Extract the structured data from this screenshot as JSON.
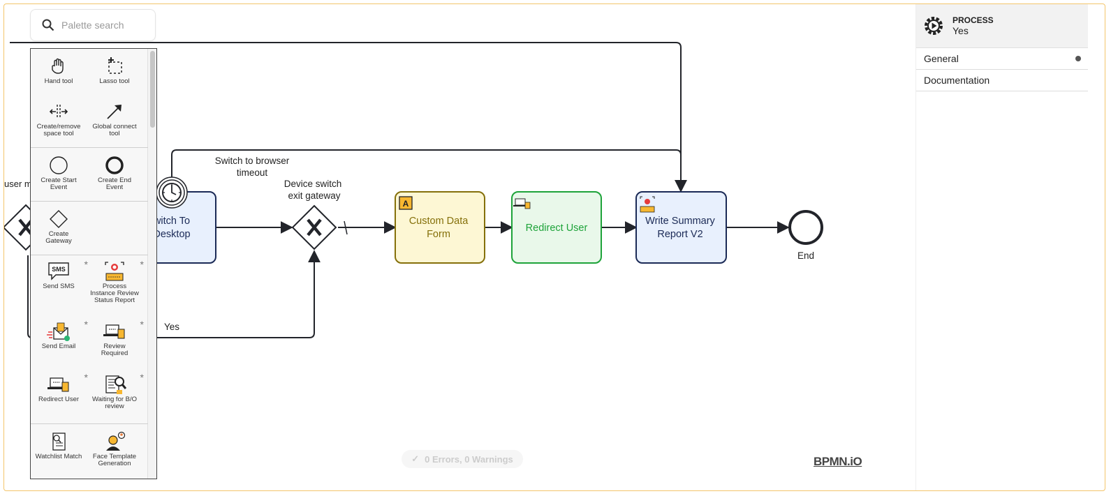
{
  "search": {
    "placeholder": "Palette search"
  },
  "palette": {
    "hand_tool": "Hand tool",
    "lasso_tool": "Lasso tool",
    "space_tool_1": "Create/remove",
    "space_tool_2": "space tool",
    "global_connect_1": "Global connect",
    "global_connect_2": "tool",
    "start_event_1": "Create Start",
    "start_event_2": "Event",
    "end_event_1": "Create End",
    "end_event_2": "Event",
    "gateway_1": "Create",
    "gateway_2": "Gateway",
    "send_sms": "Send SMS",
    "sms_glyph": "SMS",
    "process_review_1": "Process",
    "process_review_2": "Instance Review",
    "process_review_3": "Status Report",
    "send_email": "Send Email",
    "review_required_1": "Review",
    "review_required_2": "Required",
    "redirect_user": "Redirect User",
    "waiting_bo_1": "Waiting for B/O",
    "waiting_bo_2": "review",
    "watchlist_match": "Watchlist Match",
    "face_template_1": "Face Template",
    "face_template_2": "Generation",
    "star": "*"
  },
  "diagram": {
    "partial_label": "user m",
    "switch_desktop_1": "witch To",
    "switch_desktop_2": "Desktop",
    "timeout_label_1": "Switch to browser",
    "timeout_label_2": "timeout",
    "gateway_label_1": "Device switch",
    "gateway_label_2": "exit gateway",
    "custom_form_1": "Custom Data",
    "custom_form_2": "Form",
    "redirect_user": "Redirect User",
    "write_summary_1": "Write Summary",
    "write_summary_2": "Report V2",
    "end": "End",
    "yes": "Yes",
    "form_icon_letter": "A"
  },
  "properties": {
    "type": "PROCESS",
    "name": "Yes",
    "tabs": [
      "General",
      "Documentation"
    ]
  },
  "status": {
    "text": "0 Errors, 0 Warnings"
  },
  "logo": {
    "text": "BPMN.iO"
  },
  "colors": {
    "accent": "#f7b731",
    "task_blue_fill": "#e8f0fd",
    "task_blue_stroke": "#1b2a56",
    "form_fill": "#fdf7d4",
    "form_stroke": "#85700a",
    "redirect_fill": "#e9f8ea",
    "redirect_stroke": "#1ea33a"
  }
}
